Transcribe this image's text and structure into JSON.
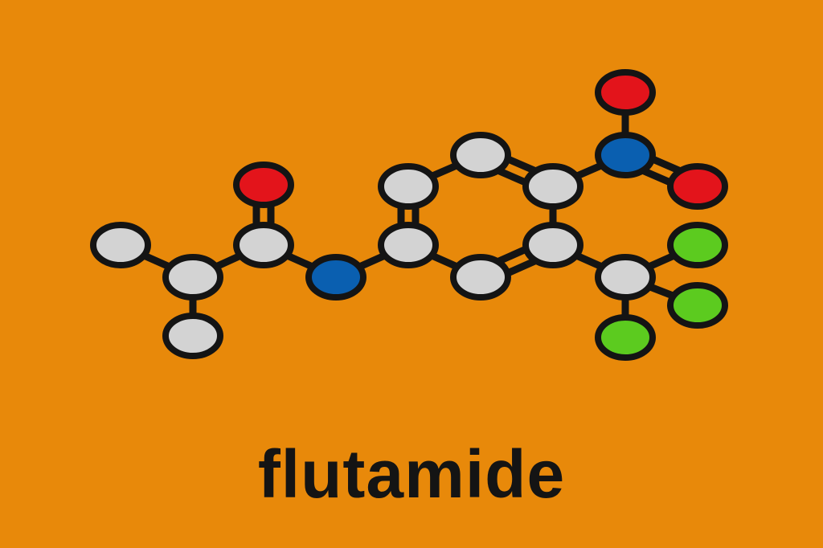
{
  "title": "flutamide",
  "colors": {
    "background": "#E8890A",
    "bond": "#141414",
    "carbon": "#D3D3D3",
    "oxygen": "#E3141B",
    "nitrogen": "#0A5FB0",
    "fluorine": "#5CCB1F"
  },
  "atoms": [
    {
      "id": "c_methyl_top",
      "element": "carbon"
    },
    {
      "id": "c_methyl_bottom",
      "element": "carbon"
    },
    {
      "id": "c_ch",
      "element": "carbon"
    },
    {
      "id": "c_carbonyl",
      "element": "carbon"
    },
    {
      "id": "o_carbonyl",
      "element": "oxygen"
    },
    {
      "id": "n_amide",
      "element": "nitrogen"
    },
    {
      "id": "c_ring_1",
      "element": "carbon"
    },
    {
      "id": "c_ring_2",
      "element": "carbon"
    },
    {
      "id": "c_ring_3",
      "element": "carbon"
    },
    {
      "id": "c_ring_4",
      "element": "carbon"
    },
    {
      "id": "c_ring_5",
      "element": "carbon"
    },
    {
      "id": "c_ring_6",
      "element": "carbon"
    },
    {
      "id": "n_nitro",
      "element": "nitrogen"
    },
    {
      "id": "o_nitro_top",
      "element": "oxygen"
    },
    {
      "id": "o_nitro_right",
      "element": "oxygen"
    },
    {
      "id": "c_cf3",
      "element": "carbon"
    },
    {
      "id": "f_top",
      "element": "fluorine"
    },
    {
      "id": "f_right",
      "element": "fluorine"
    },
    {
      "id": "f_bottom",
      "element": "fluorine"
    }
  ],
  "bonds": [
    {
      "from": "c_methyl_top",
      "to": "c_ch",
      "order": 1
    },
    {
      "from": "c_ch",
      "to": "c_methyl_bottom",
      "order": 1
    },
    {
      "from": "c_ch",
      "to": "c_carbonyl",
      "order": 1
    },
    {
      "from": "c_carbonyl",
      "to": "o_carbonyl",
      "order": 2
    },
    {
      "from": "c_carbonyl",
      "to": "n_amide",
      "order": 1
    },
    {
      "from": "n_amide",
      "to": "c_ring_1",
      "order": 1
    },
    {
      "from": "c_ring_1",
      "to": "c_ring_2",
      "order": 2
    },
    {
      "from": "c_ring_2",
      "to": "c_ring_3",
      "order": 1
    },
    {
      "from": "c_ring_3",
      "to": "c_ring_4",
      "order": 2
    },
    {
      "from": "c_ring_4",
      "to": "c_ring_5",
      "order": 1
    },
    {
      "from": "c_ring_5",
      "to": "c_ring_6",
      "order": 2
    },
    {
      "from": "c_ring_6",
      "to": "c_ring_1",
      "order": 1
    },
    {
      "from": "c_ring_4",
      "to": "n_nitro",
      "order": 1
    },
    {
      "from": "n_nitro",
      "to": "o_nitro_top",
      "order": 1
    },
    {
      "from": "n_nitro",
      "to": "o_nitro_right",
      "order": 2
    },
    {
      "from": "c_ring_5",
      "to": "c_cf3",
      "order": 1
    },
    {
      "from": "c_cf3",
      "to": "f_top",
      "order": 1
    },
    {
      "from": "c_cf3",
      "to": "f_right",
      "order": 1
    },
    {
      "from": "c_cf3",
      "to": "f_bottom",
      "order": 1
    }
  ]
}
